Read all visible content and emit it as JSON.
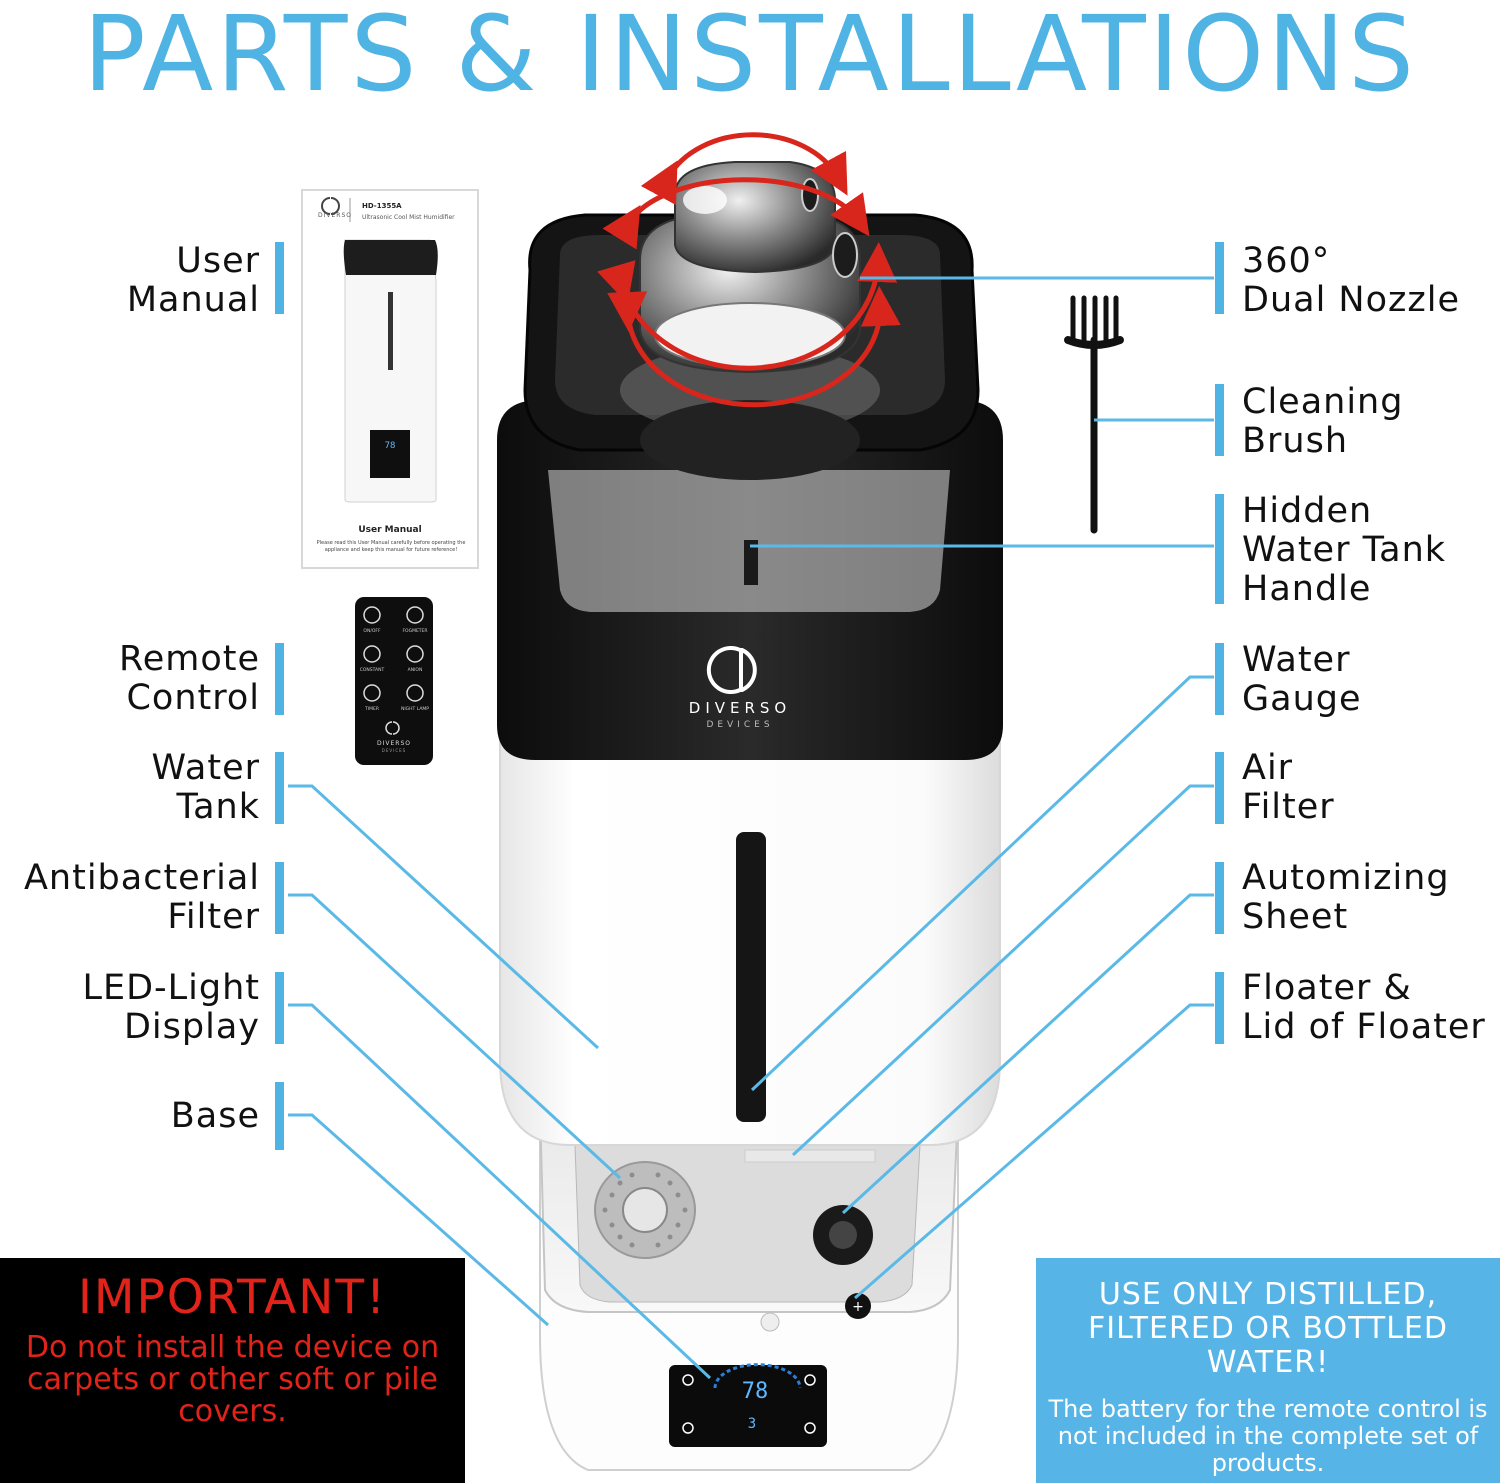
{
  "title": "PARTS & INSTALLATIONS",
  "labels_left": {
    "user_manual": [
      "User",
      "Manual"
    ],
    "remote_control": [
      "Remote",
      "Control"
    ],
    "water_tank": [
      "Water",
      "Tank"
    ],
    "antibacterial_filter": [
      "Antibacterial",
      "Filter"
    ],
    "led_display": [
      "LED-Light",
      "Display"
    ],
    "base": [
      "Base"
    ]
  },
  "labels_right": {
    "dual_nozzle": [
      "360°",
      "Dual Nozzle"
    ],
    "cleaning_brush": [
      "Cleaning",
      "Brush"
    ],
    "tank_handle": [
      "Hidden",
      "Water Tank",
      "Handle"
    ],
    "water_gauge": [
      "Water",
      "Gauge"
    ],
    "air_filter": [
      "Air",
      "Filter"
    ],
    "automizing_sheet": [
      "Automizing",
      "Sheet"
    ],
    "floater": [
      "Floater &",
      "Lid of Floater"
    ]
  },
  "important": {
    "title": "IMPORTANT!",
    "text": "Do not install the device on carpets or other soft or pile covers."
  },
  "distilled": {
    "title": "USE ONLY DISTILLED, FILTERED OR BOTTLED WATER!",
    "text": "The battery for the remote control is not included in the complete set of products."
  },
  "manual": {
    "model": "HD-1355A",
    "subtitle": "Ultrasonic Cool Mist Humidifier",
    "heading": "User Manual",
    "note": "Please read this User Manual carefully before operating the appliance and keep this manual for future reference!",
    "brand": "DIVERSO"
  },
  "remote": {
    "buttons": [
      "ON/OFF",
      "FOGMETER",
      "CONSTANT",
      "ANION",
      "TIMER",
      "NIGHT LAMP"
    ],
    "brand": "DIVERSO",
    "brand_sub": "DEVICES"
  },
  "product": {
    "brand": "DIVERSO",
    "brand_sub": "DEVICES",
    "display_value": "78",
    "display_level": "3"
  },
  "colors": {
    "accent": "#4fb3e3",
    "important_bg": "#000000",
    "important_text": "#e2231a",
    "distilled_bg": "#56b4e6",
    "arrow": "#d9261c"
  }
}
